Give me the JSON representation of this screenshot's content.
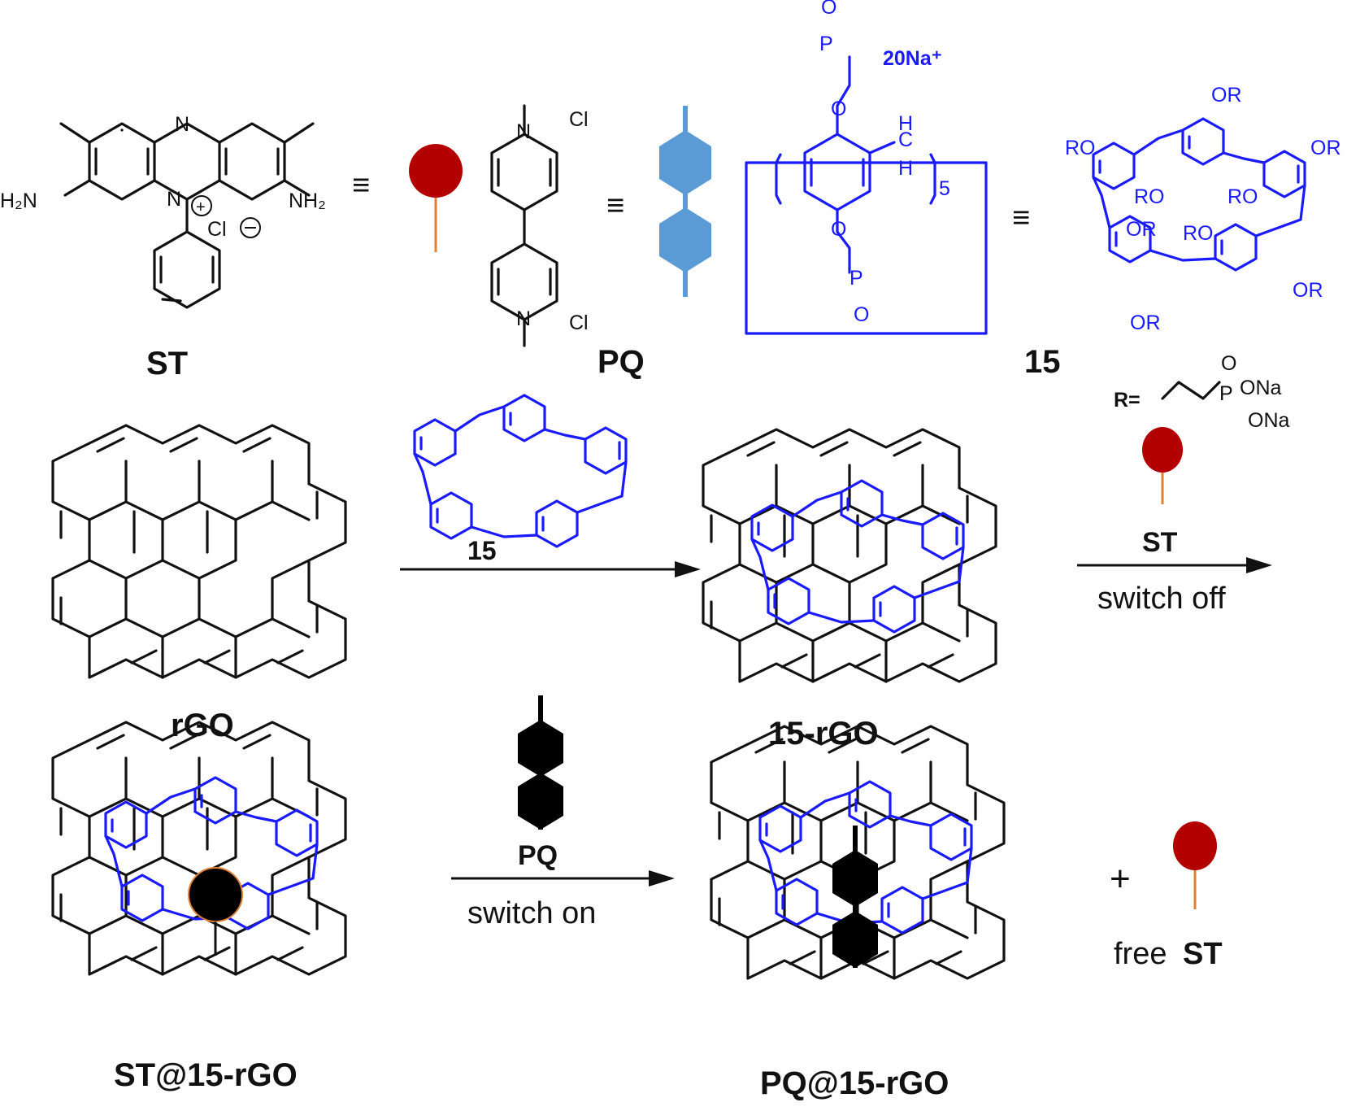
{
  "labels": {
    "st": "ST",
    "pq": "PQ",
    "host": "15",
    "rgo": "rGO",
    "host_rgo": "15-rGO",
    "st_complex": "ST@15-rGO",
    "pq_complex": "PQ@15-rGO",
    "free_prefix": "free",
    "free_st": "ST",
    "plus": "+"
  },
  "arrows": {
    "step1_reagent": "15",
    "step2_reagent": "ST",
    "step2_condition": "switch off",
    "step3_reagent": "PQ",
    "step3_condition": "switch on"
  },
  "structure_text": {
    "st": {
      "amine_left": "H₂N",
      "amine_right": "NH₂",
      "ring_n": "N",
      "cation_n": "N",
      "counterion": "Cl"
    },
    "pq": {
      "n_top": "N",
      "n_bottom": "N",
      "cl_top": "Cl",
      "cl_bottom": "Cl"
    },
    "pillararene": {
      "counterions": "20Na⁺",
      "repeat": "5",
      "oxygen": "O",
      "phosphorus": "P",
      "hydrogen": "H",
      "carbon": "C",
      "or": "OR",
      "ro": "RO"
    },
    "r_group": {
      "r_eq": "R=",
      "oxo": "O",
      "phos": "P",
      "ona1": "ONa",
      "ona2": "ONa"
    }
  },
  "colors": {
    "host_blue": "#1a1aff",
    "st_red": "#b30000",
    "stick_orange": "#e08030",
    "pq_blue": "#5b9bd5",
    "bound_black": "#000000"
  },
  "equivalence": "≡"
}
